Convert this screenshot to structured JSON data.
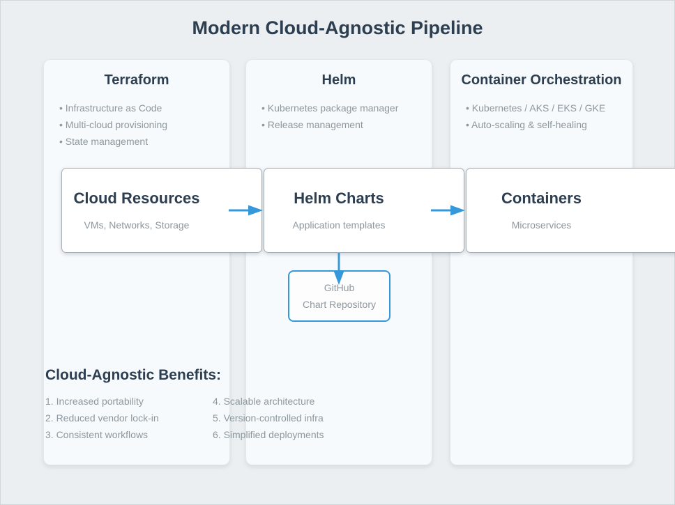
{
  "title": "Modern Cloud-Agnostic Pipeline",
  "colors": {
    "accent": "#3498db",
    "heading": "#2c3e50",
    "muted": "#8d979e"
  },
  "columns": [
    {
      "title": "Terraform",
      "bullets": [
        "• Infrastructure as Code",
        "• Multi-cloud provisioning",
        "• State management"
      ]
    },
    {
      "title": "Helm",
      "bullets": [
        "• Kubernetes package manager",
        "• Release management"
      ]
    },
    {
      "title": "Container Orchestration",
      "bullets": [
        "• Kubernetes / AKS / EKS / GKE",
        "• Auto-scaling & self-healing"
      ]
    }
  ],
  "flow": [
    {
      "title": "Cloud Resources",
      "subtitle": "VMs, Networks, Storage"
    },
    {
      "title": "Helm Charts",
      "subtitle": "Application templates"
    },
    {
      "title": "Containers",
      "subtitle": "Microservices"
    }
  ],
  "repository": {
    "line1": "GitHub",
    "line2": "Chart Repository"
  },
  "benefits": {
    "heading": "Cloud-Agnostic Benefits:",
    "column1": [
      "1. Increased portability",
      "2. Reduced vendor lock-in",
      "3. Consistent workflows"
    ],
    "column2": [
      "4. Scalable architecture",
      "5. Version-controlled infra",
      "6. Simplified deployments"
    ]
  }
}
